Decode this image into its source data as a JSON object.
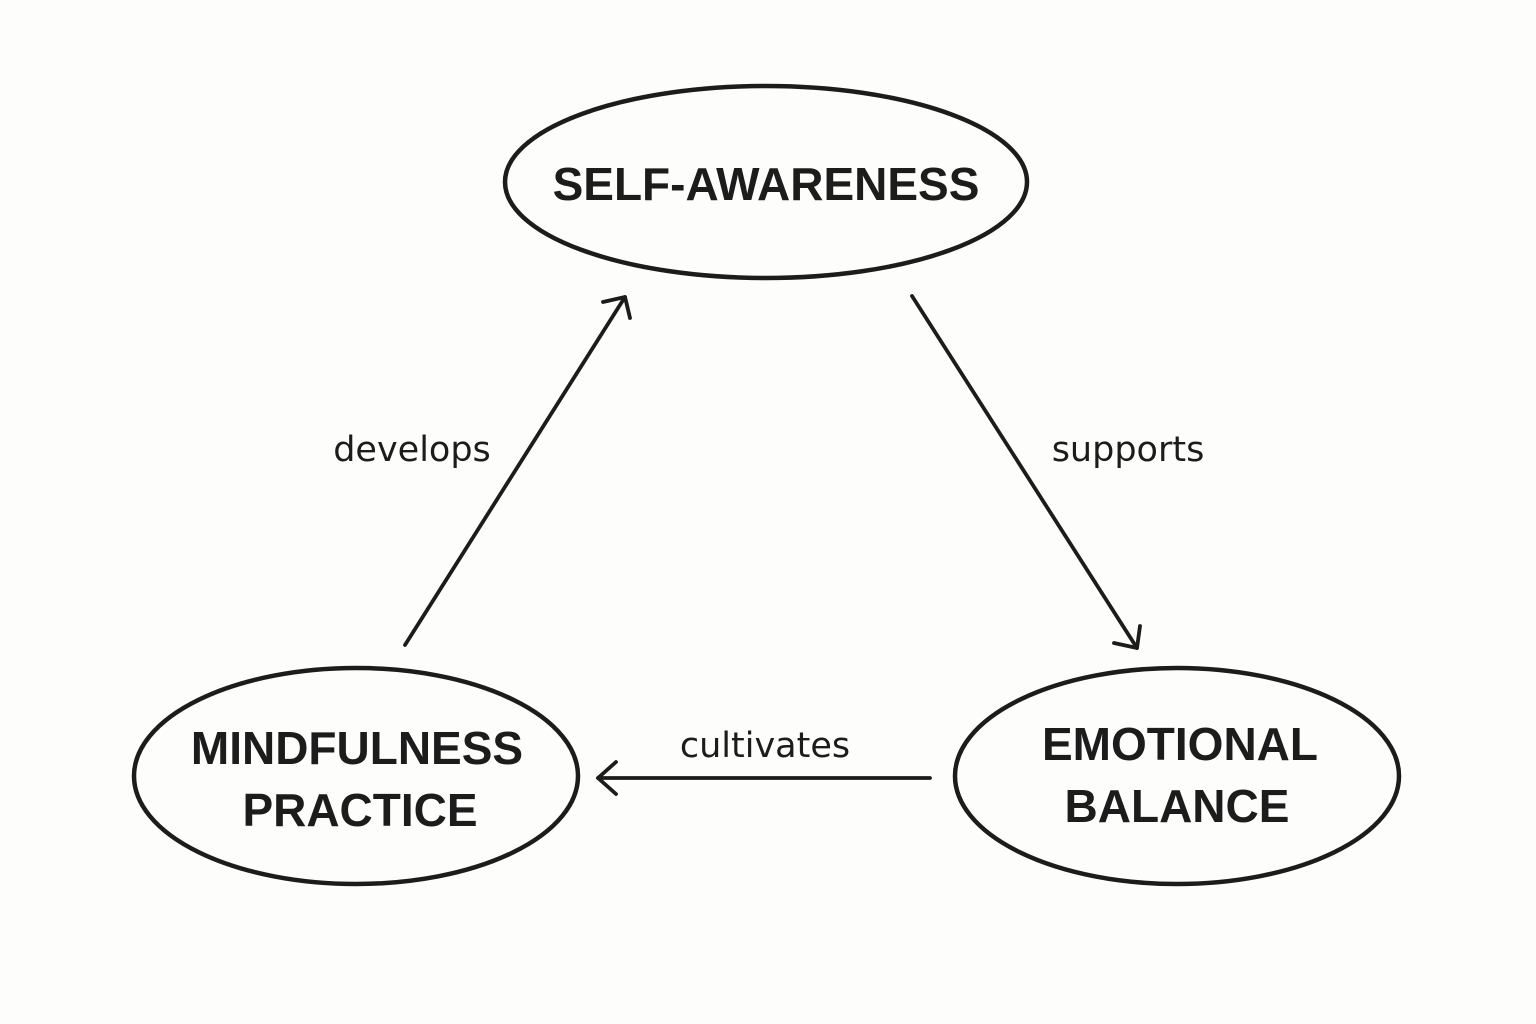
{
  "nodes": {
    "self_awareness": {
      "line1": "SELF-AWARENESS"
    },
    "mindfulness_practice": {
      "line1": "MINDFULNESS",
      "line2": "PRACTICE"
    },
    "emotional_balance": {
      "line1": "EMOTIONAL",
      "line2": "BALANCE"
    }
  },
  "edges": {
    "develops": {
      "label": "develops",
      "from": "MINDFULNESS PRACTICE",
      "to": "SELF-AWARENESS"
    },
    "supports": {
      "label": "supports",
      "from": "SELF-AWARENESS",
      "to": "EMOTIONAL BALANCE"
    },
    "cultivates": {
      "label": "cultivates",
      "from": "EMOTIONAL BALANCE",
      "to": "MINDFULNESS PRACTICE"
    }
  },
  "colors": {
    "background": "#fdfdfb",
    "ink": "#1c1c1c"
  }
}
